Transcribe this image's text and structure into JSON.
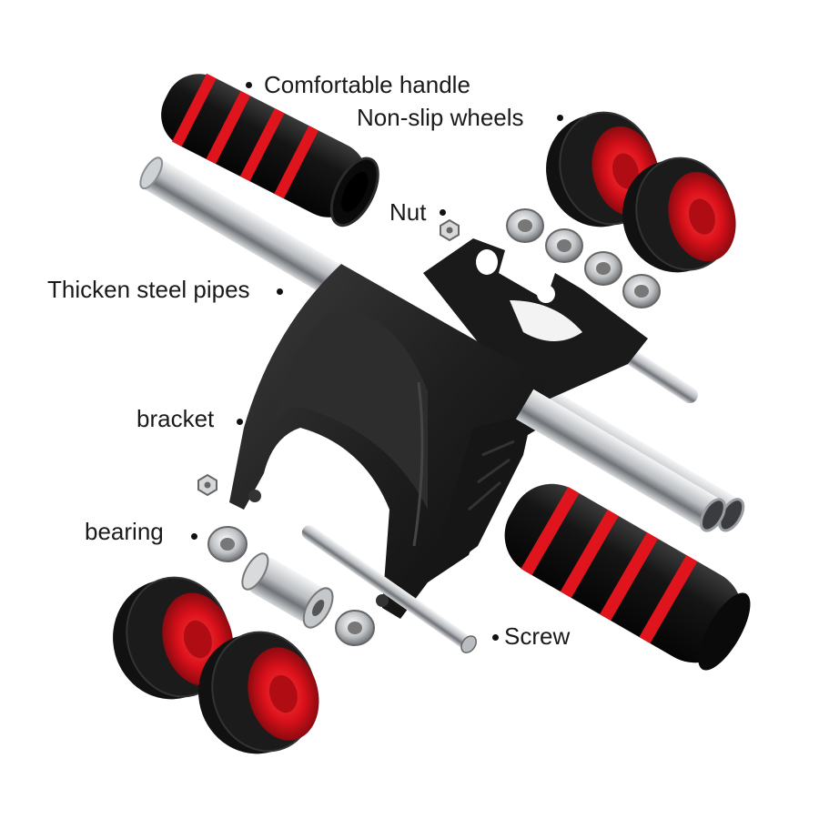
{
  "labels": {
    "handle": "Comfortable handle",
    "wheels": "Non-slip wheels",
    "nut": "Nut",
    "pipes": "Thicken steel pipes",
    "bracket": "bracket",
    "bearing": "bearing",
    "screw": "Screw"
  },
  "colors": {
    "foam_black": "#141414",
    "accent_red": "#e0141c",
    "steel": "#c9ccd0",
    "bracket": "#1e1e1e"
  }
}
